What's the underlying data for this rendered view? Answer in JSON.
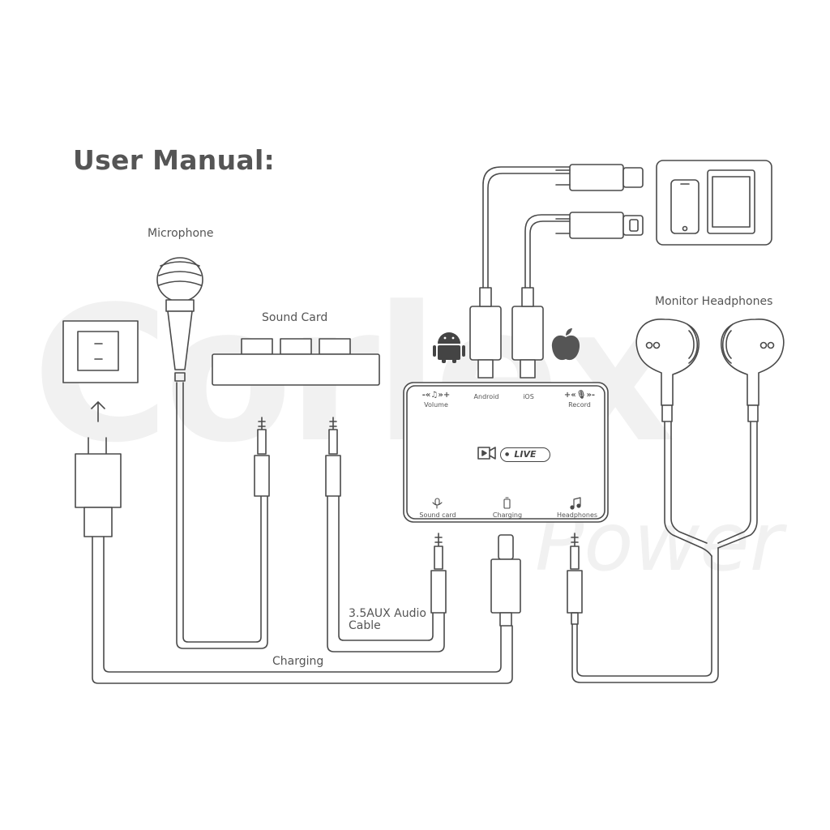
{
  "title": "User Manual:",
  "watermark": {
    "main": "Corlex",
    "sub": "Power"
  },
  "labels": {
    "microphone": "Microphone",
    "sound_card": "Sound Card",
    "monitor_headphones": "Monitor Headphones",
    "aux_cable_line1": "3.5AUX Audio",
    "aux_cable_line2": "Cable",
    "charging": "Charging"
  },
  "device": {
    "volume": "Volume",
    "volume_controls": "-«♫»+",
    "android": "Android",
    "ios": "iOS",
    "record": "Record",
    "record_controls": "+«🎙»-",
    "live": "LIVE",
    "sound_card": "Sound card",
    "charging": "Charging",
    "headphones": "Headphones"
  }
}
